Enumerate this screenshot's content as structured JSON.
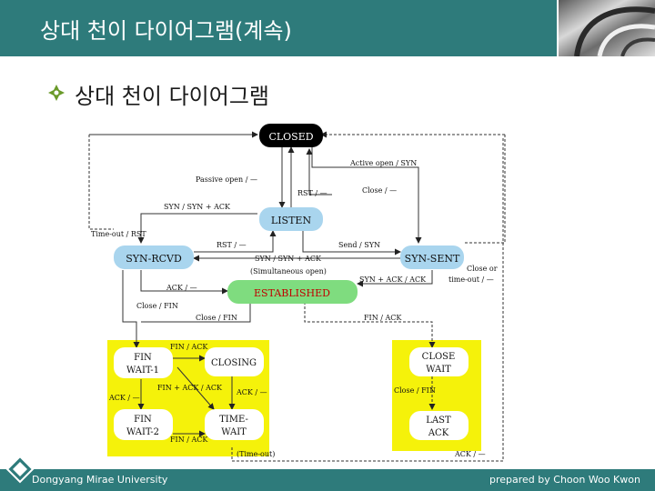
{
  "slide": {
    "title": "상대 천이 다이어그램(계속)",
    "subtitle": "상대 천이 다이어그램",
    "colors": {
      "header": "#2e7b7b",
      "yellow_box": "#f5f20a",
      "state": "#a9d5ee",
      "established": "#7fdc7f"
    }
  },
  "footer": {
    "left": "Dongyang Mirae University",
    "right": "prepared by Choon Woo Kwon"
  },
  "diagram": {
    "states": {
      "closed": "CLOSED",
      "listen": "LISTEN",
      "syn_rcvd": "SYN-RCVD",
      "syn_sent": "SYN-SENT",
      "established": "ESTABLISHED",
      "fin_wait1_a": "FIN",
      "fin_wait1_b": "WAIT-1",
      "closing": "CLOSING",
      "fin_wait2_a": "FIN",
      "fin_wait2_b": "WAIT-2",
      "time_wait_a": "TIME-",
      "time_wait_b": "WAIT",
      "close_wait_a": "CLOSE",
      "close_wait_b": "WAIT",
      "last_ack_a": "LAST",
      "last_ack_b": "ACK"
    },
    "labels": {
      "active_open": "Active open / SYN",
      "passive_open": "Passive open / —",
      "rst_a": "RST / —",
      "close_a": "Close / —",
      "syn_synack": "SYN / SYN + ACK",
      "timeout_rst": "Time-out / RST",
      "rst_b": "RST / —",
      "send_syn": "Send / SYN",
      "syn_synack_b": "SYN / SYN + ACK",
      "simultaneous": "(Simultaneous open)",
      "close_or": "Close or",
      "timeout_b": "time-out / —",
      "ack_a": "ACK / —",
      "synack_ack": "SYN + ACK / ACK",
      "close_fin_a": "Close / FIN",
      "close_fin_b": "Close / FIN",
      "fin_ack_a": "FIN / ACK",
      "fin_ack_b": "FIN / ACK",
      "fin_ack_c": "FIN + ACK / ACK",
      "ack_b": "ACK / —",
      "ack_c": "ACK / —",
      "fin_ack_d": "FIN / ACK",
      "close_fin_c": "Close / FIN",
      "timeout_c": "(Time-out)",
      "ack_d": "ACK / —"
    }
  }
}
